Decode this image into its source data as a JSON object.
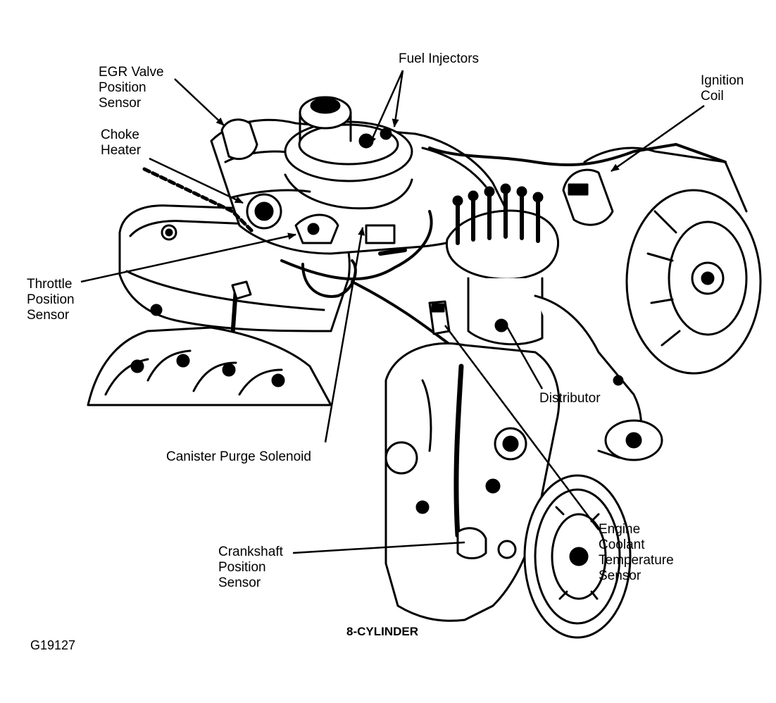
{
  "colors": {
    "ink": "#000000",
    "paper": "#ffffff",
    "shade": "#d9d9d9"
  },
  "labels": {
    "egr_valve_position_sensor": [
      "EGR Valve",
      "Position",
      "Sensor"
    ],
    "fuel_injectors": "Fuel Injectors",
    "ignition_coil": [
      "Ignition",
      "Coil"
    ],
    "choke_heater": [
      "Choke",
      "Heater"
    ],
    "throttle_position_sensor": [
      "Throttle",
      "Position",
      "Sensor"
    ],
    "distributor": "Distributor",
    "canister_purge_solenoid": "Canister Purge Solenoid",
    "engine_coolant_temperature_sensor": [
      "Engine",
      "Coolant",
      "Temperature",
      "Sensor"
    ],
    "crankshaft_position_sensor": [
      "Crankshaft",
      "Position",
      "Sensor"
    ],
    "caption": "8-CYLINDER",
    "figure_id": "G19127"
  }
}
